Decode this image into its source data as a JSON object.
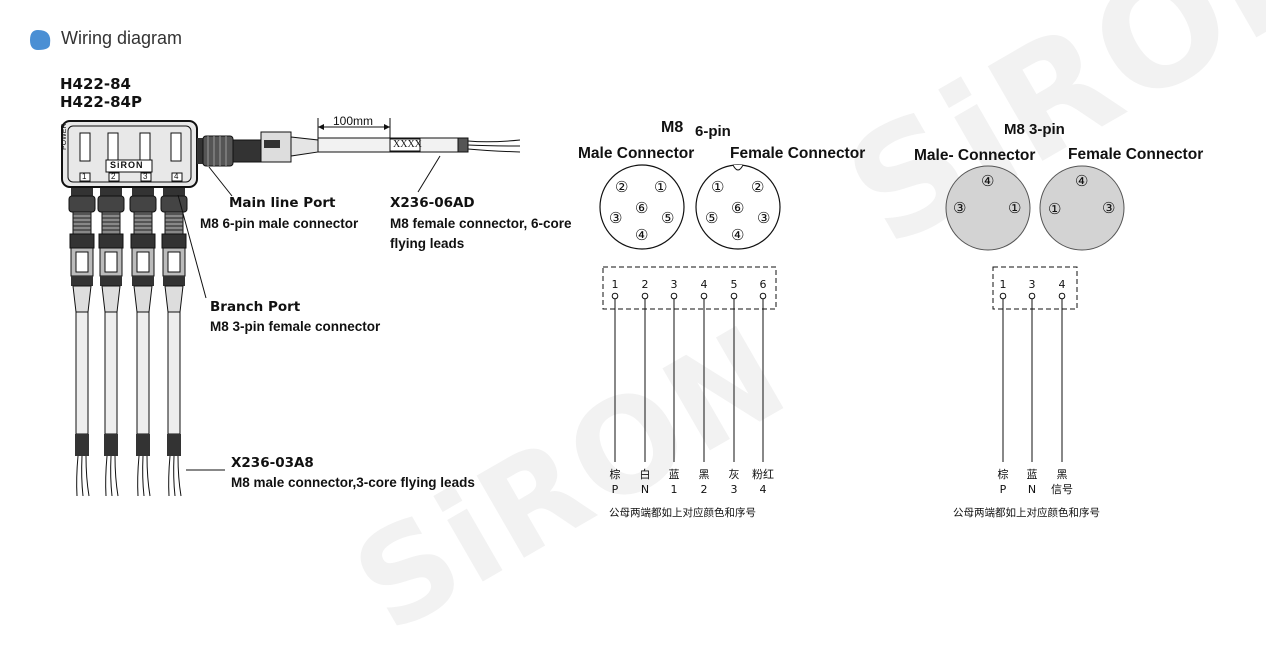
{
  "section": {
    "title": "Wiring diagram",
    "accent": "#4a8fd4"
  },
  "watermark": "SiRON",
  "device": {
    "models": [
      "H422-84",
      "H422-84P"
    ],
    "housing_brand": "SiRON",
    "power_label": "POWER",
    "port_numbers": [
      "1",
      "2",
      "3",
      "4"
    ]
  },
  "cable_dim": "100mm",
  "cable_marking": "XXXX",
  "labels": {
    "main_port_title": "Main line Port",
    "main_port_desc": "M8 6-pin male connector",
    "cable_code": "X236-06AD",
    "cable_desc_1": "M8 female connector, 6-core",
    "cable_desc_2": "flying leads",
    "branch_port_title": "Branch Port",
    "branch_port_desc": "M8  3-pin female connector",
    "branch_cable_code": "X236-03A8",
    "branch_cable_desc": "M8 male connector,3-core flying leads"
  },
  "six_pin": {
    "title_prefix": "M8",
    "title_suffix": "6-pin",
    "male_label": "Male Connector",
    "female_label": "Female Connector",
    "male_face": [
      "②",
      "①",
      "③",
      "⑥",
      "⑤",
      "④"
    ],
    "female_face": [
      "①",
      "②",
      "⑤",
      "⑥",
      "③",
      "④"
    ],
    "pins": [
      "1",
      "2",
      "3",
      "4",
      "5",
      "6"
    ],
    "colors": [
      "棕",
      "白",
      "蓝",
      "黑",
      "灰",
      "粉红"
    ],
    "signals": [
      "P",
      "N",
      "1",
      "2",
      "3",
      "4"
    ],
    "note": "公母两端都如上对应颜色和序号"
  },
  "three_pin": {
    "title": "M8  3-pin",
    "male_label": "Male- Connector",
    "female_label": "Female Connector",
    "male_face": [
      "④",
      "③",
      "①"
    ],
    "female_face": [
      "④",
      "①",
      "③"
    ],
    "pins": [
      "1",
      "3",
      "4"
    ],
    "colors": [
      "棕",
      "蓝",
      "黑"
    ],
    "signals": [
      "P",
      "N",
      "信号"
    ],
    "note": "公母两端都如上对应颜色和序号"
  }
}
